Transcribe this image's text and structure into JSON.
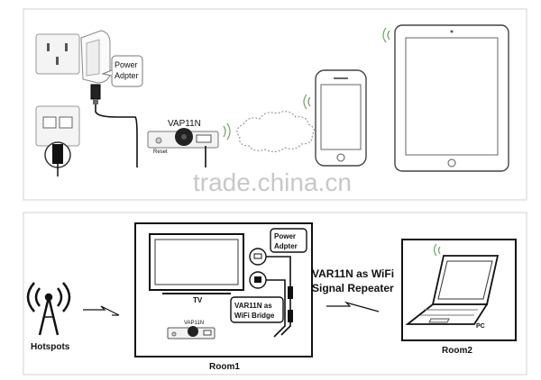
{
  "panel1": {
    "power_adapter_label_line1": "Power",
    "power_adapter_label_line2": "Adpter",
    "device_label": "VAP11N",
    "reset_label": "Reset"
  },
  "panel2": {
    "hotspots_label": "Hotspots",
    "tv_label": "TV",
    "power_adapter_label_line1": "Power",
    "power_adapter_label_line2": "Adpter",
    "bridge_label_line1": "VAR11N as",
    "bridge_label_line2": "WiFi Bridge",
    "device_label": "VAP11N",
    "repeater_label_line1": "VAR11N as WiFi",
    "repeater_label_line2": "Signal Repeater",
    "pc_label": "PC",
    "room1_label": "Room1",
    "room2_label": "Room2"
  },
  "watermark": "trade.china.cn"
}
